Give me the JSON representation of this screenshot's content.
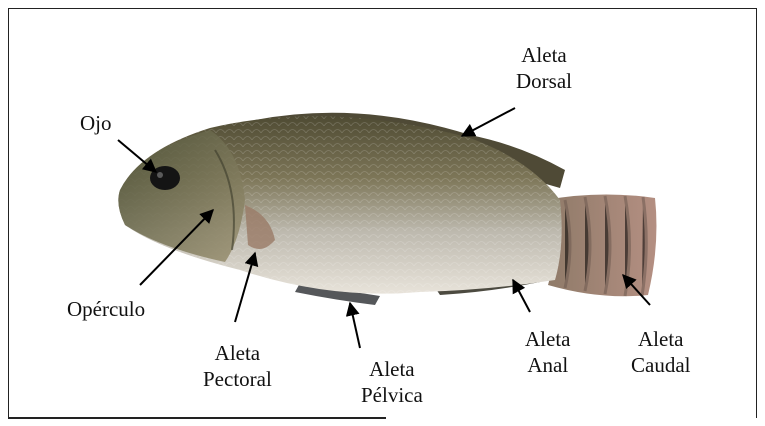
{
  "labels": {
    "ojo": "Ojo",
    "aleta_dorsal": [
      "Aleta",
      "Dorsal"
    ],
    "operculo": "Opérculo",
    "aleta_pectoral": [
      "Aleta",
      "Pectoral"
    ],
    "aleta_pelvica": [
      "Aleta",
      "Pélvica"
    ],
    "aleta_anal": [
      "Aleta",
      "Anal"
    ],
    "aleta_caudal": [
      "Aleta",
      "Caudal"
    ]
  },
  "colors": {
    "body_dark": "#5e5a40",
    "body_light": "#cfcbc0",
    "belly": "#e6e1d8",
    "fin_tail": "#a07d6e",
    "arrow": "#000000"
  }
}
